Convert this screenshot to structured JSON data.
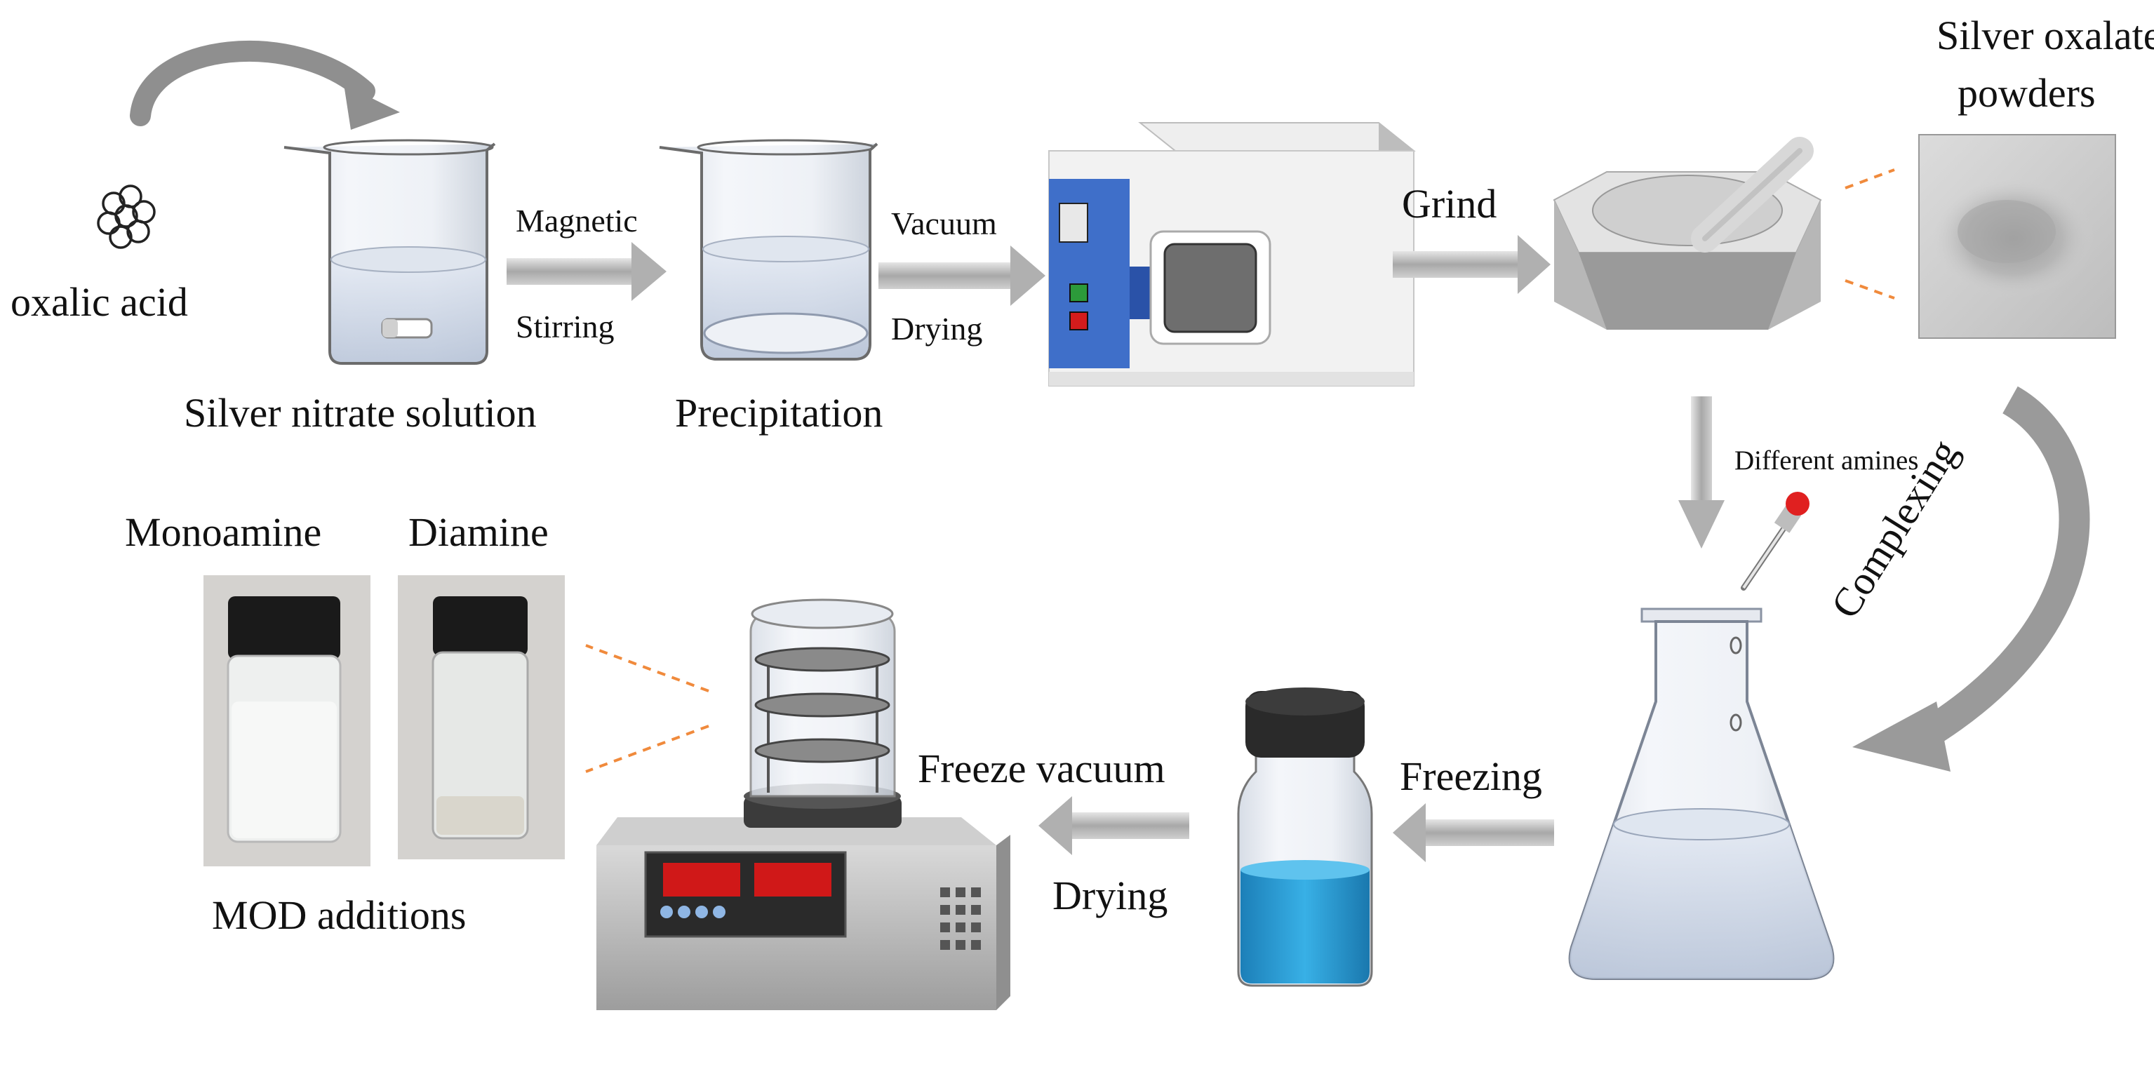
{
  "reagents": {
    "oxalic_acid": "oxalic acid",
    "silver_nitrate": "Silver nitrate solution",
    "precipitation": "Precipitation",
    "silver_oxalate_line1": "Silver oxalate",
    "silver_oxalate_line2": "powders",
    "different_amines": "Different amines",
    "monoamine": "Monoamine",
    "diamine": "Diamine",
    "mod_additions": "MOD additions"
  },
  "steps": {
    "magnetic": "Magnetic",
    "stirring": "Stirring",
    "vacuum": "Vacuum",
    "drying_top": "Drying",
    "grind": "Grind",
    "complexing": "Complexing",
    "freezing": "Freezing",
    "freeze_vacuum": "Freeze vacuum",
    "drying_bottom": "Drying"
  },
  "colors": {
    "oven_panel": "#3f6fc9",
    "blue_solution": "#2f9fd6",
    "dashed_connector": "#f08a3c",
    "dropper_bulb": "#e02020",
    "arrow_gray": "#9a9a9a",
    "freeze_display": "#d01818"
  }
}
